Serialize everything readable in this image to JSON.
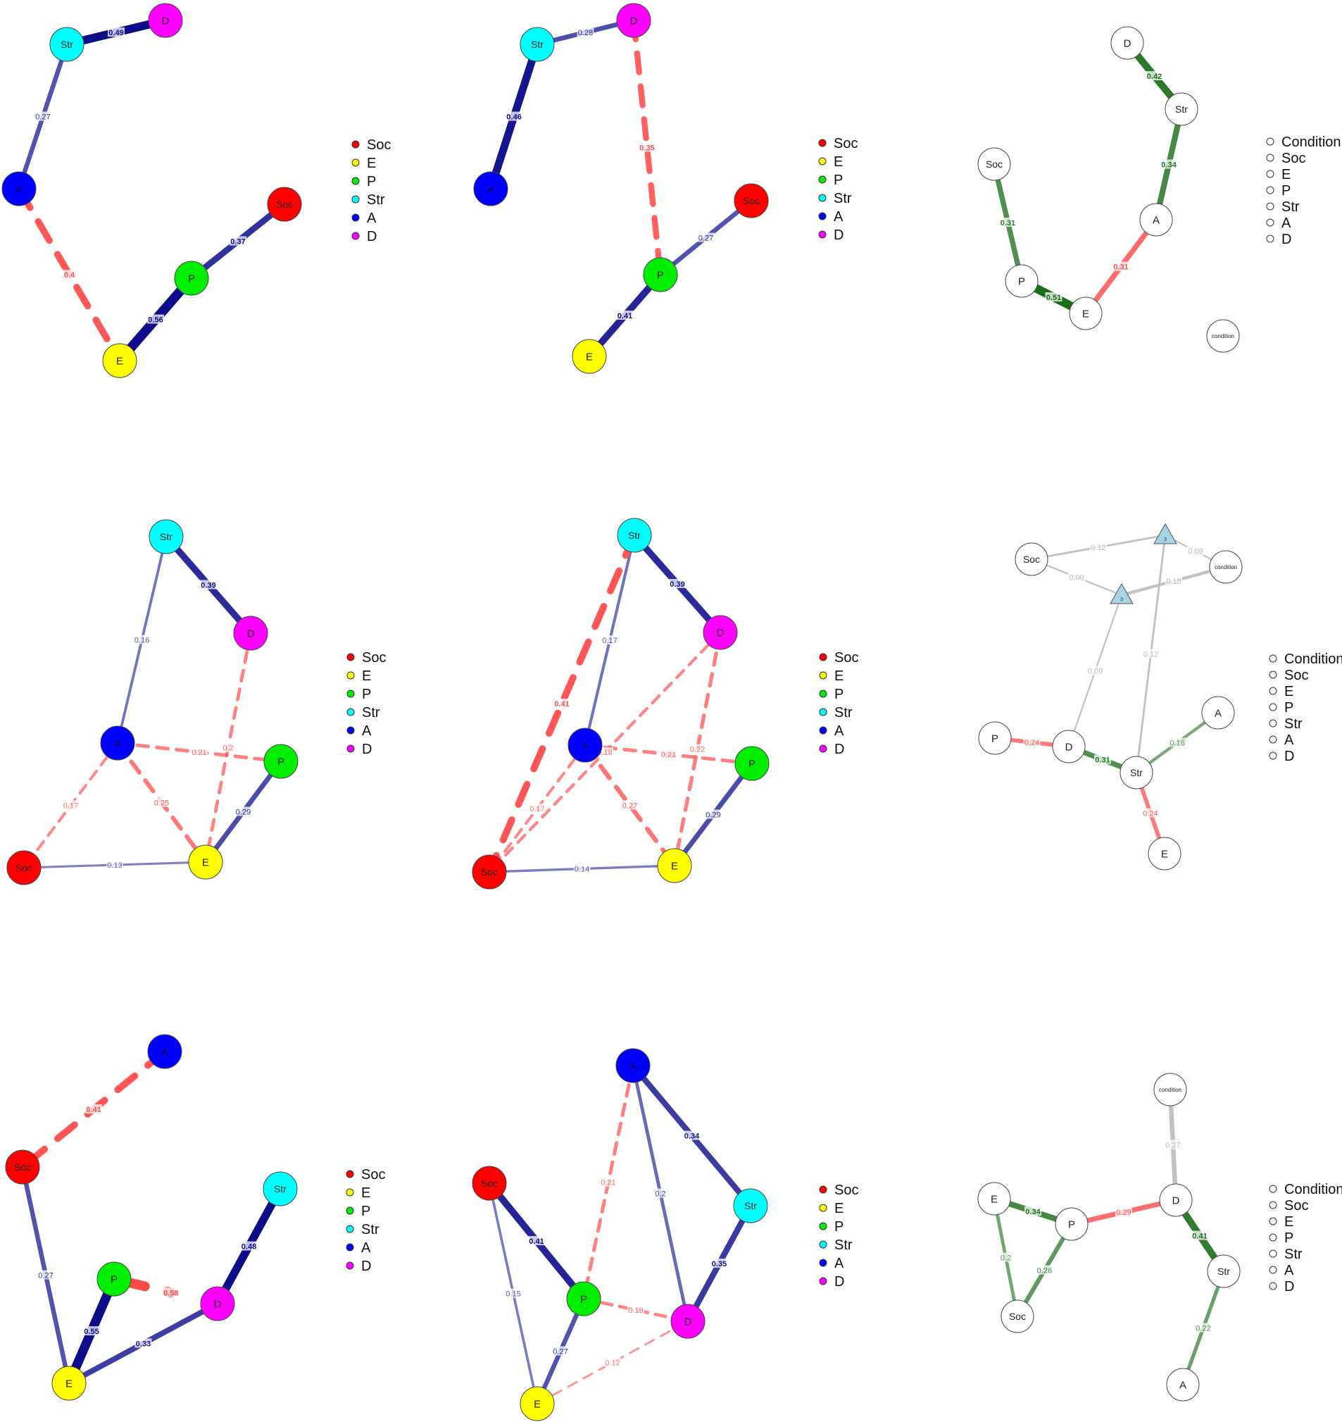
{
  "colors": {
    "Soc": "#ff0000",
    "E": "#ffff00",
    "P": "#00ee00",
    "Str": "#00ffff",
    "A": "#0000ff",
    "D": "#ff00ff",
    "positive_blue": "#0d0d8c",
    "negative_red": "#ff4a4a",
    "positive_green": "#1a6e1a",
    "neutral_gray": "#bbbbbb",
    "triangle_fill": "#a6d4e6"
  },
  "legend_colored": [
    "Soc",
    "E",
    "P",
    "Str",
    "A",
    "D"
  ],
  "legend_white": [
    "Condition",
    "Soc",
    "E",
    "P",
    "Str",
    "A",
    "D"
  ],
  "panels": [
    {
      "id": "r1c1",
      "style": "colored",
      "nodes": [
        {
          "id": "Str",
          "label": "Str"
        },
        {
          "id": "D",
          "label": "D"
        },
        {
          "id": "A",
          "label": "A"
        },
        {
          "id": "Soc",
          "label": "Soc"
        },
        {
          "id": "P",
          "label": "P"
        },
        {
          "id": "E",
          "label": "E"
        }
      ],
      "edges": [
        {
          "from": "Str",
          "to": "D",
          "weight": 0.49,
          "label": "0.49",
          "sign": "pos"
        },
        {
          "from": "Str",
          "to": "A",
          "weight": 0.27,
          "label": "0.27",
          "sign": "pos"
        },
        {
          "from": "A",
          "to": "E",
          "weight": 0.4,
          "label": "0.4",
          "sign": "neg"
        },
        {
          "from": "P",
          "to": "Soc",
          "weight": 0.37,
          "label": "0.37",
          "sign": "pos"
        },
        {
          "from": "P",
          "to": "E",
          "weight": 0.56,
          "label": "0.56",
          "sign": "pos"
        }
      ]
    },
    {
      "id": "r1c2",
      "style": "colored",
      "nodes": [
        {
          "id": "Str",
          "label": "Str"
        },
        {
          "id": "D",
          "label": "D"
        },
        {
          "id": "A",
          "label": "A"
        },
        {
          "id": "Soc",
          "label": "Soc"
        },
        {
          "id": "P",
          "label": "P"
        },
        {
          "id": "E",
          "label": "E"
        }
      ],
      "edges": [
        {
          "from": "Str",
          "to": "D",
          "weight": 0.28,
          "label": "0.28",
          "sign": "pos"
        },
        {
          "from": "Str",
          "to": "A",
          "weight": 0.46,
          "label": "0.46",
          "sign": "pos"
        },
        {
          "from": "D",
          "to": "P",
          "weight": 0.35,
          "label": "0.35",
          "sign": "neg"
        },
        {
          "from": "P",
          "to": "Soc",
          "weight": 0.27,
          "label": "0.27",
          "sign": "pos"
        },
        {
          "from": "P",
          "to": "E",
          "weight": 0.41,
          "label": "0.41",
          "sign": "pos"
        }
      ]
    },
    {
      "id": "r1c3",
      "style": "white",
      "nodes": [
        {
          "id": "D",
          "label": "D"
        },
        {
          "id": "Str",
          "label": "Str"
        },
        {
          "id": "Soc",
          "label": "Soc"
        },
        {
          "id": "A",
          "label": "A"
        },
        {
          "id": "P",
          "label": "P"
        },
        {
          "id": "E",
          "label": "E"
        },
        {
          "id": "condition",
          "label": "condition"
        }
      ],
      "edges": [
        {
          "from": "D",
          "to": "Str",
          "weight": 0.42,
          "label": "0.42",
          "sign": "pos"
        },
        {
          "from": "Str",
          "to": "A",
          "weight": 0.34,
          "label": "0.34",
          "sign": "pos"
        },
        {
          "from": "Soc",
          "to": "P",
          "weight": 0.31,
          "label": "0.31",
          "sign": "pos"
        },
        {
          "from": "P",
          "to": "E",
          "weight": 0.51,
          "label": "0.51",
          "sign": "pos"
        },
        {
          "from": "A",
          "to": "E",
          "weight": 0.31,
          "label": "0.31",
          "sign": "neg"
        }
      ]
    },
    {
      "id": "r2c1",
      "style": "colored",
      "nodes": [
        {
          "id": "Str",
          "label": "Str"
        },
        {
          "id": "D",
          "label": "D"
        },
        {
          "id": "A",
          "label": "A"
        },
        {
          "id": "P",
          "label": "P"
        },
        {
          "id": "Soc",
          "label": "Soc"
        },
        {
          "id": "E",
          "label": "E"
        }
      ],
      "edges": [
        {
          "from": "Str",
          "to": "D",
          "weight": 0.39,
          "label": "0.39",
          "sign": "pos"
        },
        {
          "from": "Str",
          "to": "A",
          "weight": 0.16,
          "label": "0.16",
          "sign": "pos"
        },
        {
          "from": "D",
          "to": "E",
          "weight": 0.2,
          "label": "0.2",
          "sign": "neg"
        },
        {
          "from": "A",
          "to": "P",
          "weight": 0.21,
          "label": "0.21",
          "sign": "neg"
        },
        {
          "from": "A",
          "to": "E",
          "weight": 0.25,
          "label": "0.25",
          "sign": "neg"
        },
        {
          "from": "A",
          "to": "Soc",
          "weight": 0.17,
          "label": "0.17",
          "sign": "neg"
        },
        {
          "from": "P",
          "to": "E",
          "weight": 0.29,
          "label": "0.29",
          "sign": "pos"
        },
        {
          "from": "Soc",
          "to": "E",
          "weight": 0.13,
          "label": "0.13",
          "sign": "pos"
        }
      ]
    },
    {
      "id": "r2c2",
      "style": "colored",
      "nodes": [
        {
          "id": "Str",
          "label": "Str"
        },
        {
          "id": "D",
          "label": "D"
        },
        {
          "id": "A",
          "label": "A"
        },
        {
          "id": "P",
          "label": "P"
        },
        {
          "id": "Soc",
          "label": "Soc"
        },
        {
          "id": "E",
          "label": "E"
        }
      ],
      "edges": [
        {
          "from": "Str",
          "to": "D",
          "weight": 0.39,
          "label": "0.39",
          "sign": "pos"
        },
        {
          "from": "Str",
          "to": "A",
          "weight": 0.17,
          "label": "0.17",
          "sign": "pos"
        },
        {
          "from": "Str",
          "to": "Soc",
          "weight": 0.41,
          "label": "0.41",
          "sign": "neg"
        },
        {
          "from": "D",
          "to": "Soc",
          "weight": 0.18,
          "label": "0.18",
          "sign": "neg"
        },
        {
          "from": "D",
          "to": "E",
          "weight": 0.22,
          "label": "0.22",
          "sign": "neg"
        },
        {
          "from": "A",
          "to": "P",
          "weight": 0.21,
          "label": "0.21",
          "sign": "neg"
        },
        {
          "from": "A",
          "to": "E",
          "weight": 0.27,
          "label": "0.27",
          "sign": "neg"
        },
        {
          "from": "A",
          "to": "Soc",
          "weight": 0.17,
          "label": "0.17",
          "sign": "neg"
        },
        {
          "from": "P",
          "to": "E",
          "weight": 0.29,
          "label": "0.29",
          "sign": "pos"
        },
        {
          "from": "Soc",
          "to": "E",
          "weight": 0.14,
          "label": "0.14",
          "sign": "pos"
        }
      ]
    },
    {
      "id": "r2c3",
      "style": "white",
      "nodes": [
        {
          "id": "Soc",
          "label": "Soc"
        },
        {
          "id": "T1",
          "label": "3",
          "shape": "triangle"
        },
        {
          "id": "condition",
          "label": "condition"
        },
        {
          "id": "T2",
          "label": "3",
          "shape": "triangle"
        },
        {
          "id": "A",
          "label": "A"
        },
        {
          "id": "P",
          "label": "P"
        },
        {
          "id": "D",
          "label": "D"
        },
        {
          "id": "Str",
          "label": "Str"
        },
        {
          "id": "E",
          "label": "E"
        }
      ],
      "edges": [
        {
          "from": "Soc",
          "to": "T1",
          "weight": 0.12,
          "label": "0.12",
          "sign": "neutral"
        },
        {
          "from": "T1",
          "to": "condition",
          "weight": 0.09,
          "label": "0.09",
          "sign": "neutral"
        },
        {
          "from": "Soc",
          "to": "T2",
          "weight": 0.09,
          "label": "0.09",
          "sign": "neutral"
        },
        {
          "from": "T2",
          "to": "condition",
          "weight": 0.18,
          "label": "0.18",
          "sign": "neutral"
        },
        {
          "from": "T2",
          "to": "D",
          "weight": 0.09,
          "label": "0.09",
          "sign": "neutral"
        },
        {
          "from": "T1",
          "to": "Str",
          "weight": 0.12,
          "label": "0.12",
          "sign": "neutral"
        },
        {
          "from": "P",
          "to": "D",
          "weight": 0.24,
          "label": "0.24",
          "sign": "neg"
        },
        {
          "from": "D",
          "to": "Str",
          "weight": 0.31,
          "label": "0.31",
          "sign": "pos"
        },
        {
          "from": "Str",
          "to": "A",
          "weight": 0.18,
          "label": "0.18",
          "sign": "pos"
        },
        {
          "from": "Str",
          "to": "E",
          "weight": 0.24,
          "label": "0.24",
          "sign": "neg"
        }
      ]
    },
    {
      "id": "r3c1",
      "style": "colored",
      "nodes": [
        {
          "id": "A",
          "label": "A"
        },
        {
          "id": "Soc",
          "label": "Soc"
        },
        {
          "id": "Str",
          "label": "Str"
        },
        {
          "id": "P",
          "label": "P"
        },
        {
          "id": "D",
          "label": "D"
        },
        {
          "id": "E",
          "label": "E"
        }
      ],
      "edges": [
        {
          "from": "A",
          "to": "Soc",
          "weight": 0.41,
          "label": "0.41",
          "sign": "neg"
        },
        {
          "from": "Soc",
          "to": "E",
          "weight": 0.27,
          "label": "0.27",
          "sign": "pos"
        },
        {
          "from": "Str",
          "to": "D",
          "weight": 0.48,
          "label": "0.48",
          "sign": "pos"
        },
        {
          "from": "P",
          "to": "D",
          "weight": 0.58,
          "label": "0.58",
          "sign": "neg",
          "dangling": true
        },
        {
          "from": "P",
          "to": "E",
          "weight": 0.55,
          "label": "0.55",
          "sign": "pos"
        },
        {
          "from": "E",
          "to": "D",
          "weight": 0.33,
          "label": "0.33",
          "sign": "pos"
        }
      ]
    },
    {
      "id": "r3c2",
      "style": "colored",
      "nodes": [
        {
          "id": "A",
          "label": "A"
        },
        {
          "id": "Soc",
          "label": "Soc"
        },
        {
          "id": "Str",
          "label": "Str"
        },
        {
          "id": "P",
          "label": "P"
        },
        {
          "id": "D",
          "label": "D"
        },
        {
          "id": "E",
          "label": "E"
        }
      ],
      "edges": [
        {
          "from": "A",
          "to": "Str",
          "weight": 0.34,
          "label": "0.34",
          "sign": "pos"
        },
        {
          "from": "A",
          "to": "D",
          "weight": 0.2,
          "label": "0.2",
          "sign": "pos"
        },
        {
          "from": "A",
          "to": "P",
          "weight": 0.21,
          "label": "0.21",
          "sign": "neg"
        },
        {
          "from": "Soc",
          "to": "P",
          "weight": 0.41,
          "label": "0.41",
          "sign": "pos"
        },
        {
          "from": "Soc",
          "to": "E",
          "weight": 0.15,
          "label": "0.15",
          "sign": "pos"
        },
        {
          "from": "Str",
          "to": "D",
          "weight": 0.35,
          "label": "0.35",
          "sign": "pos"
        },
        {
          "from": "P",
          "to": "D",
          "weight": 0.19,
          "label": "0.19",
          "sign": "neg"
        },
        {
          "from": "P",
          "to": "E",
          "weight": 0.27,
          "label": "0.27",
          "sign": "pos"
        },
        {
          "from": "E",
          "to": "D",
          "weight": 0.12,
          "label": "0.12",
          "sign": "neg"
        }
      ]
    },
    {
      "id": "r3c3",
      "style": "white",
      "nodes": [
        {
          "id": "condition",
          "label": "condition"
        },
        {
          "id": "E",
          "label": "E"
        },
        {
          "id": "P",
          "label": "P"
        },
        {
          "id": "D",
          "label": "D"
        },
        {
          "id": "Str",
          "label": "Str"
        },
        {
          "id": "Soc",
          "label": "Soc"
        },
        {
          "id": "A",
          "label": "A"
        }
      ],
      "edges": [
        {
          "from": "condition",
          "to": "D",
          "weight": 0.27,
          "label": "0.27",
          "sign": "neutral"
        },
        {
          "from": "E",
          "to": "P",
          "weight": 0.34,
          "label": "0.34",
          "sign": "pos"
        },
        {
          "from": "E",
          "to": "Soc",
          "weight": 0.2,
          "label": "0.2",
          "sign": "pos"
        },
        {
          "from": "P",
          "to": "Soc",
          "weight": 0.26,
          "label": "0.26",
          "sign": "pos"
        },
        {
          "from": "P",
          "to": "D",
          "weight": 0.29,
          "label": "0.29",
          "sign": "neg"
        },
        {
          "from": "D",
          "to": "Str",
          "weight": 0.41,
          "label": "0.41",
          "sign": "pos"
        },
        {
          "from": "Str",
          "to": "A",
          "weight": 0.22,
          "label": "0.22",
          "sign": "pos"
        }
      ]
    }
  ]
}
